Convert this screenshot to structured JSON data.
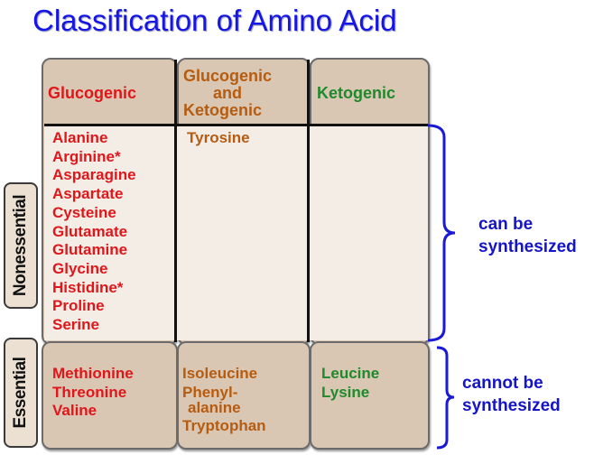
{
  "title": "Classification of Amino Acid",
  "columns": {
    "glucogenic": "Glucogenic",
    "both_line1": "Glucogenic",
    "both_line2": "and",
    "both_line3": "Ketogenic",
    "ketogenic": "Ketogenic"
  },
  "rows": {
    "nonessential": "Nonessential",
    "essential": "Essential"
  },
  "nonessential": {
    "glucogenic": [
      "Alanine",
      "Arginine*",
      "Asparagine",
      "Aspartate",
      "Cysteine",
      "Glutamate",
      "Glutamine",
      "Glycine",
      "Histidine*",
      "Proline",
      "Serine"
    ],
    "both": [
      "Tyrosine"
    ],
    "ketogenic": []
  },
  "essential": {
    "glucogenic": [
      "Methionine",
      "Threonine",
      "Valine"
    ],
    "both": [
      "Isoleucine",
      "Phenyl-",
      "alanine",
      "Tryptophan"
    ],
    "ketogenic": [
      "Leucine",
      "Lysine"
    ]
  },
  "annotations": {
    "can_line1": "can be",
    "can_line2": "synthesized",
    "cannot_line1": "cannot be",
    "cannot_line2": "synthesized"
  },
  "colors": {
    "title": "#1515e6",
    "glucogenic": "#e0161b",
    "both": "#b65c10",
    "ketogenic": "#1e8a2c",
    "note": "#1414c8",
    "brace": "#1a1ad6"
  }
}
